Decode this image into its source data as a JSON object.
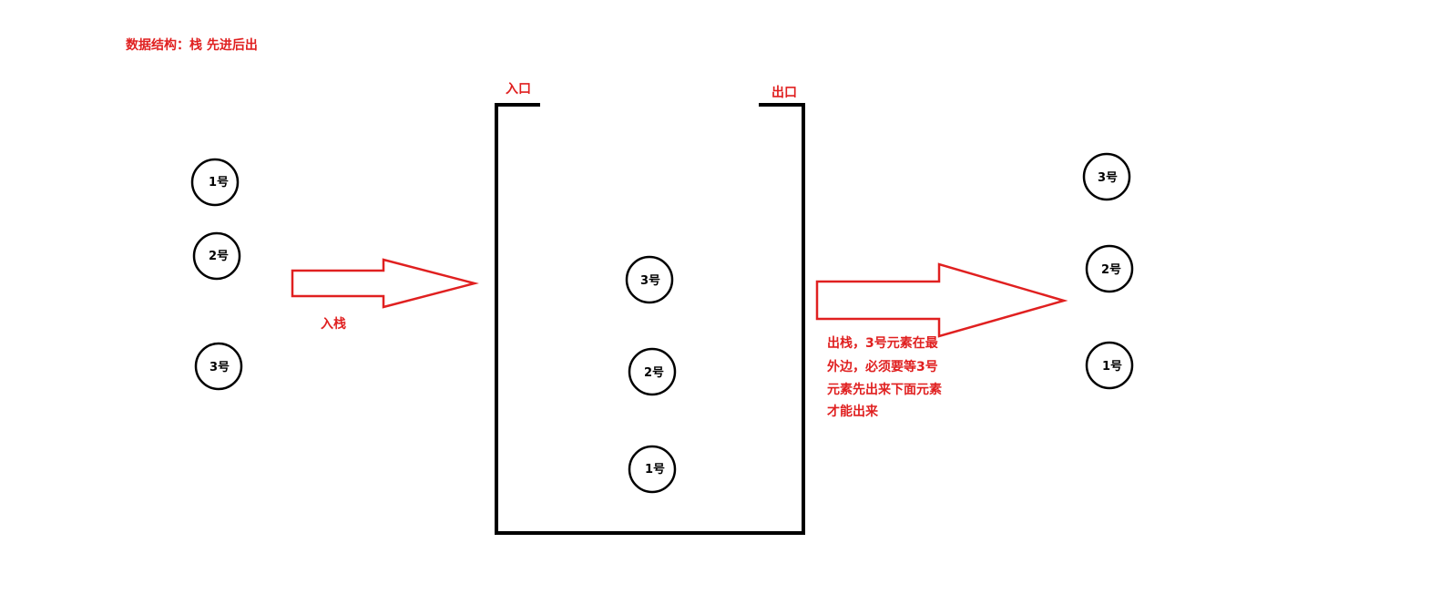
{
  "title": "数据结构：栈  先进后出",
  "labels": {
    "entrance": "入口",
    "exit": "出口",
    "push": "入栈",
    "pop_note_lines": [
      "出栈，3号元素在最",
      "外边，必须要等3号",
      "元素先出来下面元素",
      "才能出来"
    ]
  },
  "input_balls": [
    "1号",
    "2号",
    "3号"
  ],
  "stack_balls": [
    "3号",
    "2号",
    "1号"
  ],
  "output_balls": [
    "3号",
    "2号",
    "1号"
  ],
  "colors": {
    "annotation": "#e02020",
    "outline": "#000000",
    "background": "#ffffff"
  }
}
